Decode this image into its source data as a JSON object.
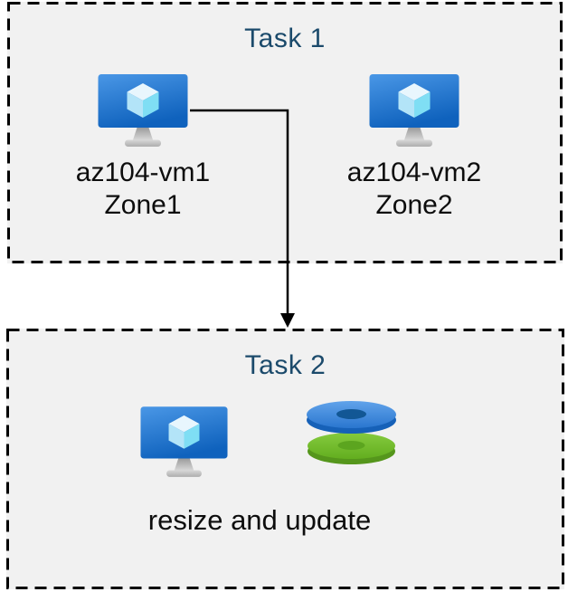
{
  "diagram": {
    "background": "#FFFFFF",
    "panel_fill": "#F1F1F1",
    "panel_border_color": "#000000",
    "panel_border_style": "dashed",
    "title_color": "#1B4A6B",
    "label_color": "#0D0D0D",
    "arrow_color": "#000000"
  },
  "task1": {
    "title": "Task 1",
    "vms": [
      {
        "name": "az104-vm1",
        "zone": "Zone1",
        "icon": "azure-virtual-machine-icon"
      },
      {
        "name": "az104-vm2",
        "zone": "Zone2",
        "icon": "azure-virtual-machine-icon"
      }
    ]
  },
  "connector": {
    "from": "az104-vm1",
    "to": "Task 2",
    "shape": "elbow-arrow-down"
  },
  "task2": {
    "title": "Task 2",
    "caption": "resize and update",
    "icons": [
      "azure-virtual-machine-icon",
      "azure-disks-icon"
    ],
    "icon_colors": {
      "vm_screen_top": "#4A97E6",
      "vm_screen_bottom": "#0F62BD",
      "cube_top": "#E8F6FD",
      "cube_left": "#B3E4F8",
      "cube_right": "#7FDEF4",
      "disk_top_blue": "#2A76CF",
      "disk_hole_blue": "#125795",
      "disk_bottom_green": "#63AE1F",
      "disk_hole_green": "#5CA51F"
    }
  }
}
